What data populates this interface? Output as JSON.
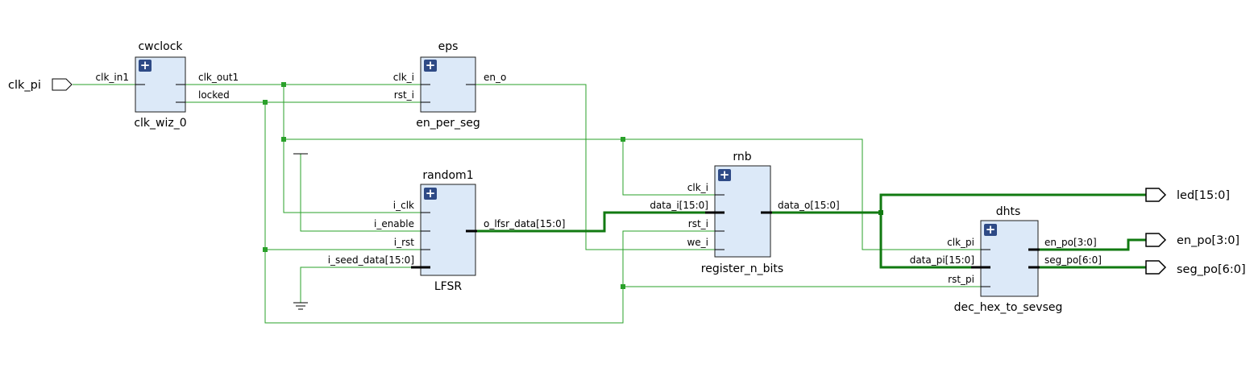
{
  "ports": {
    "clk_pi": "clk_pi",
    "led": "led[15:0]",
    "en_po": "en_po[3:0]",
    "seg_po": "seg_po[6:0]"
  },
  "blocks": {
    "cwclock": {
      "instance": "cwclock",
      "module": "clk_wiz_0",
      "inputs": [
        "clk_in1"
      ],
      "outputs": [
        "clk_out1",
        "locked"
      ]
    },
    "eps": {
      "instance": "eps",
      "module": "en_per_seg",
      "inputs": [
        "clk_i",
        "rst_i"
      ],
      "outputs": [
        "en_o"
      ]
    },
    "random1": {
      "instance": "random1",
      "module": "LFSR",
      "inputs": [
        "i_clk",
        "i_enable",
        "i_rst",
        "i_seed_data[15:0]"
      ],
      "outputs": [
        "o_lfsr_data[15:0]"
      ]
    },
    "rnb": {
      "instance": "rnb",
      "module": "register_n_bits",
      "inputs": [
        "clk_i",
        "data_i[15:0]",
        "rst_i",
        "we_i"
      ],
      "outputs": [
        "data_o[15:0]"
      ]
    },
    "dhts": {
      "instance": "dhts",
      "module": "dec_hex_to_sevseg",
      "inputs": [
        "clk_pi",
        "data_pi[15:0]",
        "rst_pi"
      ],
      "outputs": [
        "en_po[3:0]",
        "seg_po[6:0]"
      ]
    }
  },
  "colors": {
    "wire": "#2aa12a",
    "bus": "#117a11",
    "block_fill": "#dce9f8",
    "expand_button": "#2e4a86"
  },
  "icons": {
    "expand": "plus-icon",
    "ground": "ground-icon",
    "power": "vcc-icon"
  }
}
